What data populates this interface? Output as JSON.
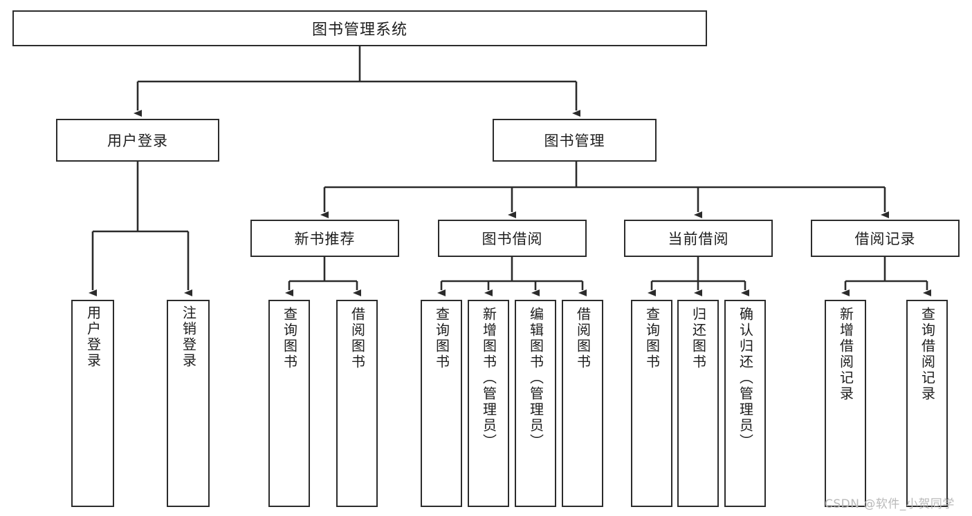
{
  "diagram": {
    "title": "图书管理系统",
    "type": "tree-hierarchy",
    "orientation": "top-down",
    "line_color": "#2b2b2b",
    "box_fill": "#ffffff",
    "background": "#ffffff"
  },
  "nodes": {
    "root": {
      "label": "图书管理系统"
    },
    "level2": [
      {
        "label": "用户登录"
      },
      {
        "label": "图书管理"
      }
    ],
    "level3": [
      {
        "label": "新书推荐"
      },
      {
        "label": "图书借阅"
      },
      {
        "label": "当前借阅"
      },
      {
        "label": "借阅记录"
      }
    ],
    "leaves_user_login": [
      {
        "label": "用户登录"
      },
      {
        "label": "注销登录"
      }
    ],
    "leaves_new_book": [
      {
        "label": "查询图书"
      },
      {
        "label": "借阅图书"
      }
    ],
    "leaves_borrow": [
      {
        "label": "查询图书"
      },
      {
        "label": "新增图书（管理员）"
      },
      {
        "label": "编辑图书（管理员）"
      },
      {
        "label": "借阅图书"
      }
    ],
    "leaves_current": [
      {
        "label": "查询图书"
      },
      {
        "label": "归还图书"
      },
      {
        "label": "确认归还（管理员）"
      }
    ],
    "leaves_records": [
      {
        "label": "新增借阅记录"
      },
      {
        "label": "查询借阅记录"
      }
    ]
  },
  "watermark": {
    "text": "CSDN @软件_小贺同学",
    "color": "#b9b9b9"
  }
}
